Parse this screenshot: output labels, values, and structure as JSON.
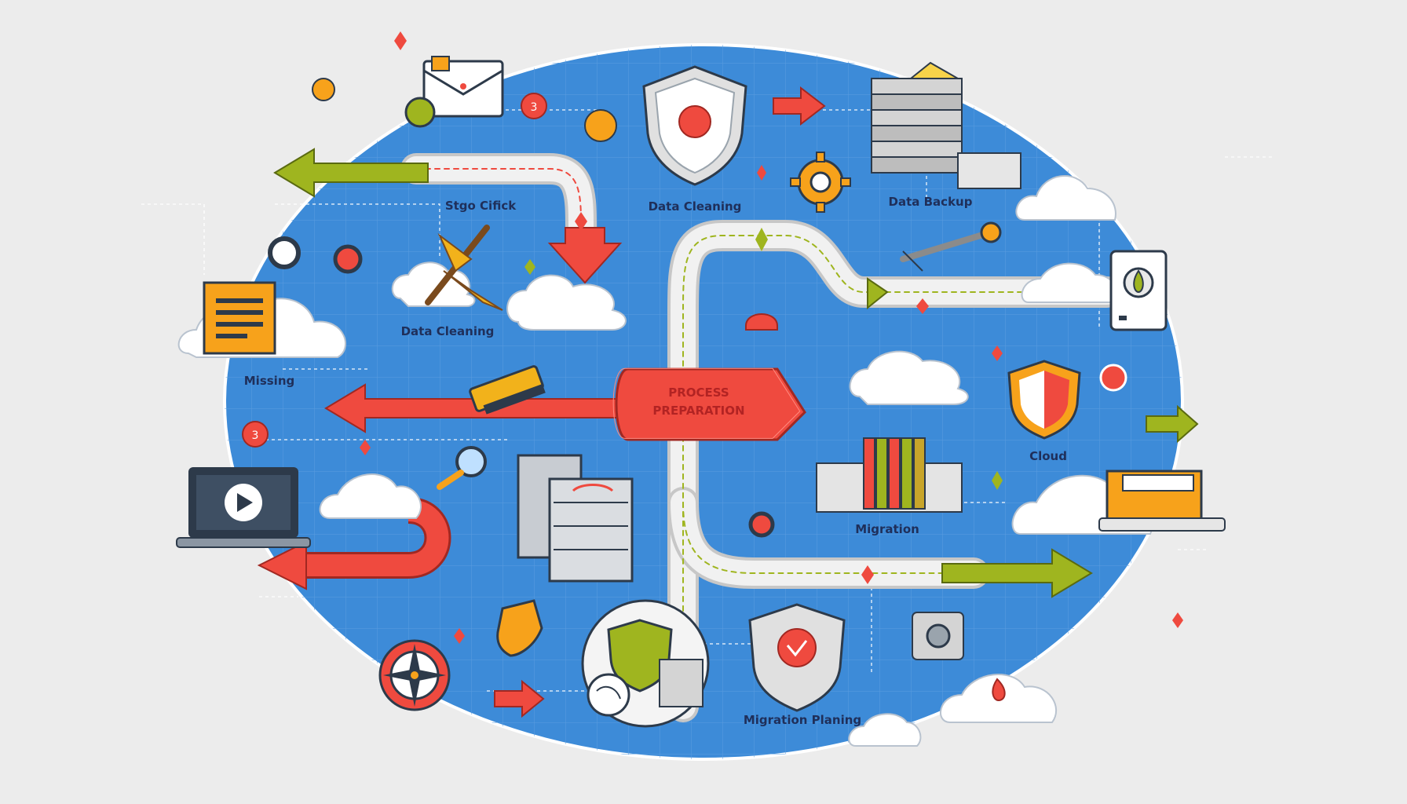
{
  "center": {
    "line1": "PROCESS",
    "line2": "PREPARATION"
  },
  "labels": {
    "stage_click": "Stgo Cifick",
    "data_cleaning_top": "Data Cleaning",
    "data_backup": "Data Backup",
    "data_cleaning_left": "Data Cleaning",
    "missing": "Missing",
    "cloud": "Cloud",
    "migration": "Migration",
    "migration_planning": "Migration Planing"
  },
  "badges": {
    "top_number": "3",
    "left_number": "3"
  },
  "colors": {
    "background": "#ececec",
    "blueprint": "#3d8bd8",
    "arrow_red": "#ef4a3f",
    "arrow_green": "#9fb51f",
    "path_white": "#f1f1f1",
    "cloud_white": "#ffffff",
    "folder_orange": "#f7a21b"
  },
  "icons": [
    "envelope-icon",
    "shield-icon",
    "server-stack-icon",
    "gear-icon",
    "document-icon",
    "broom-icon",
    "brush-icon",
    "wrench-icon",
    "laptop-video-icon",
    "magnifier-icon",
    "database-icon",
    "bookshelf-icon",
    "compass-icon",
    "globe-shield-icon",
    "drive-icon",
    "folder-icon",
    "bell-icon",
    "cloud-drop-icon"
  ]
}
